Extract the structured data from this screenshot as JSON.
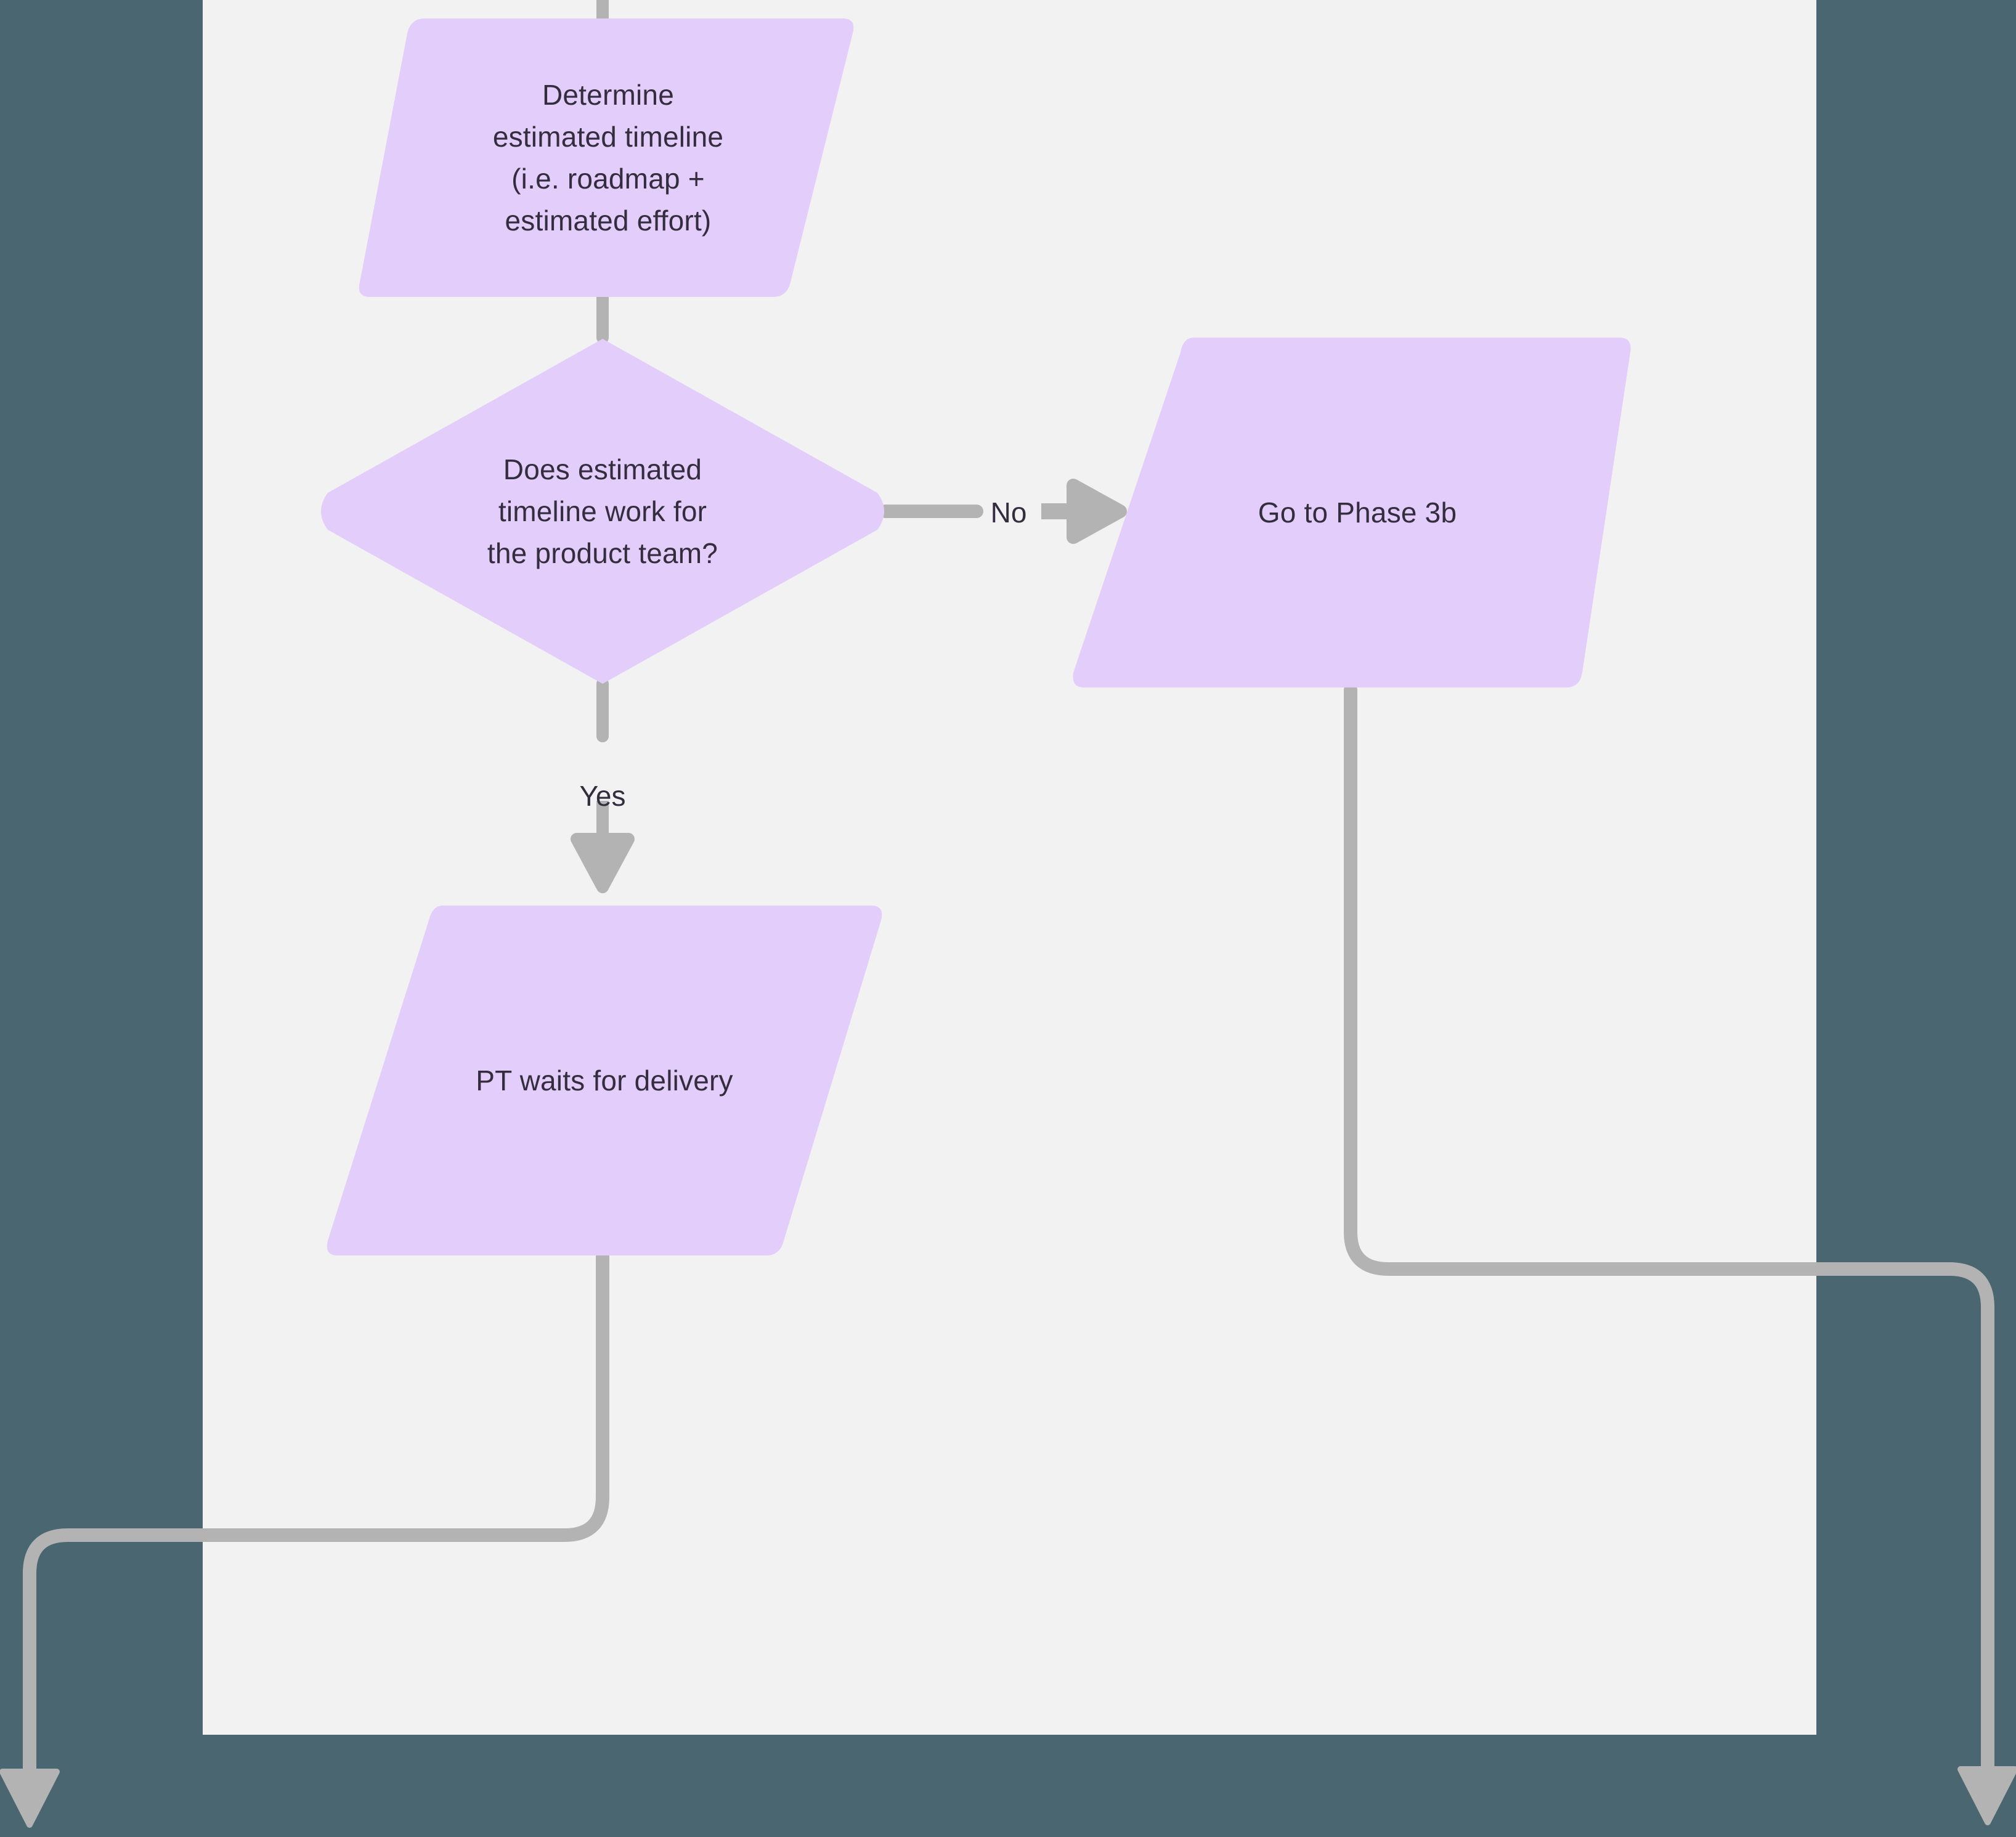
{
  "colors": {
    "page_background": "#4a6670",
    "canvas_background": "#f2f2f2",
    "node_fill": "#e3cdfa",
    "edge_stroke": "#b3b3b3",
    "text": "#332d3e"
  },
  "diagram": {
    "type": "flowchart",
    "orientation": "top-to-bottom",
    "nodes": [
      {
        "id": "determine-timeline",
        "shape": "parallelogram",
        "label": "Determine\nestimated timeline\n(i.e. roadmap +\nestimated effort)"
      },
      {
        "id": "timeline-decision",
        "shape": "diamond",
        "label": "Does estimated\ntimeline work for\nthe product team?"
      },
      {
        "id": "go-to-phase-3b",
        "shape": "parallelogram",
        "label": "Go to Phase 3b"
      },
      {
        "id": "pt-waits-for-delivery",
        "shape": "parallelogram",
        "label": "PT waits for delivery"
      }
    ],
    "edges": [
      {
        "id": "in-to-determine",
        "from": "(offscreen above)",
        "to": "determine-timeline",
        "label": ""
      },
      {
        "id": "determine-to-decision",
        "from": "determine-timeline",
        "to": "timeline-decision",
        "label": ""
      },
      {
        "id": "decision-no",
        "from": "timeline-decision",
        "to": "go-to-phase-3b",
        "label": "No"
      },
      {
        "id": "decision-yes",
        "from": "timeline-decision",
        "to": "pt-waits-for-delivery",
        "label": "Yes"
      },
      {
        "id": "pt-waits-out",
        "from": "pt-waits-for-delivery",
        "to": "(offscreen below left)",
        "label": ""
      },
      {
        "id": "phase3b-out",
        "from": "go-to-phase-3b",
        "to": "(offscreen below right)",
        "label": ""
      }
    ]
  }
}
